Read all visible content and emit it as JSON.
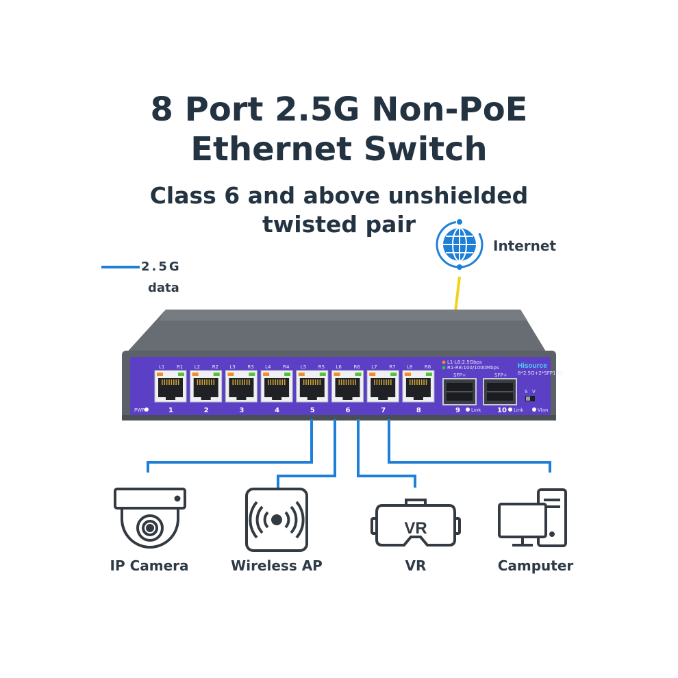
{
  "title": {
    "line1": "8 Port 2.5G Non-PoE",
    "line2": "Ethernet Switch"
  },
  "subtitle": {
    "line1": "Class 6 and above unshielded",
    "line2": "twisted pair"
  },
  "legend": {
    "label1": "2.5G",
    "label2": "data",
    "color": "#1e7fd8"
  },
  "internet": {
    "label": "Internet",
    "icon": "globe-icon",
    "link_color": "#f2d21b"
  },
  "switch": {
    "brand": "Hisource",
    "model": "8*2.5G+2*SFP10G",
    "led_legend": [
      "L1-L8:2.5Gbps",
      "R1-R8:100/1000Mbps"
    ],
    "port_led_labels": [
      [
        "L1",
        "R1"
      ],
      [
        "L2",
        "R2"
      ],
      [
        "L3",
        "R3"
      ],
      [
        "L4",
        "R4"
      ],
      [
        "L5",
        "R5"
      ],
      [
        "L6",
        "R6"
      ],
      [
        "L7",
        "R7"
      ],
      [
        "L8",
        "R8"
      ]
    ],
    "port_numbers": [
      "1",
      "2",
      "3",
      "4",
      "5",
      "6",
      "7",
      "8"
    ],
    "pwr_label": "PWR",
    "sfp": [
      {
        "label": "SFP+",
        "number": "9",
        "link": "Link"
      },
      {
        "label": "SFP+",
        "number": "10",
        "link": "Link"
      }
    ],
    "switch_labels": [
      "S",
      "V"
    ],
    "vlan_label": "Vlan",
    "panel_color": "#5b3fc4",
    "body_color": "#5c6168"
  },
  "devices": [
    {
      "label": "IP Camera",
      "icon": "ip-camera-icon"
    },
    {
      "label": "Wireless AP",
      "icon": "wireless-ap-icon"
    },
    {
      "label": "VR",
      "icon": "vr-headset-icon"
    },
    {
      "label": "Camputer",
      "icon": "computer-icon"
    }
  ]
}
